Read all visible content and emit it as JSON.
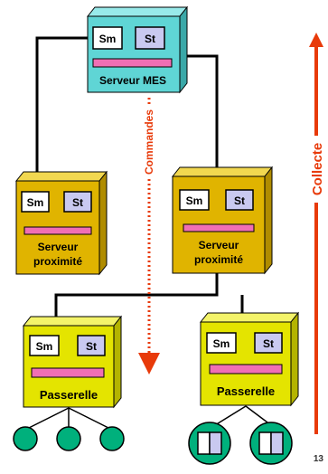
{
  "colors": {
    "mes_front": "#5fd5d5",
    "mes_top": "#98eaea",
    "mes_side": "#3aa8a8",
    "prox_front": "#e0b400",
    "prox_top": "#f2d850",
    "prox_side": "#b08c00",
    "gw_front": "#e4e400",
    "gw_top": "#f4f46a",
    "gw_side": "#b4b400",
    "pink": "#f06fb4",
    "st_box": "#c9c9f0",
    "sensor": "#00b07c",
    "accent_red": "#e83a0a",
    "line": "#000000"
  },
  "mes": {
    "sm": "Sm",
    "st": "St",
    "label": "Serveur MES"
  },
  "proximity": [
    {
      "sm": "Sm",
      "st": "St",
      "label_line1": "Serveur",
      "label_line2": "proximité"
    },
    {
      "sm": "Sm",
      "st": "St",
      "label_line1": "Serveur",
      "label_line2": "proximité"
    }
  ],
  "gateways": [
    {
      "sm": "Sm",
      "st": "St",
      "label": "Passerelle"
    },
    {
      "sm": "Sm",
      "st": "St",
      "label": "Passerelle"
    }
  ],
  "arrows": {
    "commands": "Commandes",
    "collect": "Collecte"
  },
  "page_number": "13"
}
